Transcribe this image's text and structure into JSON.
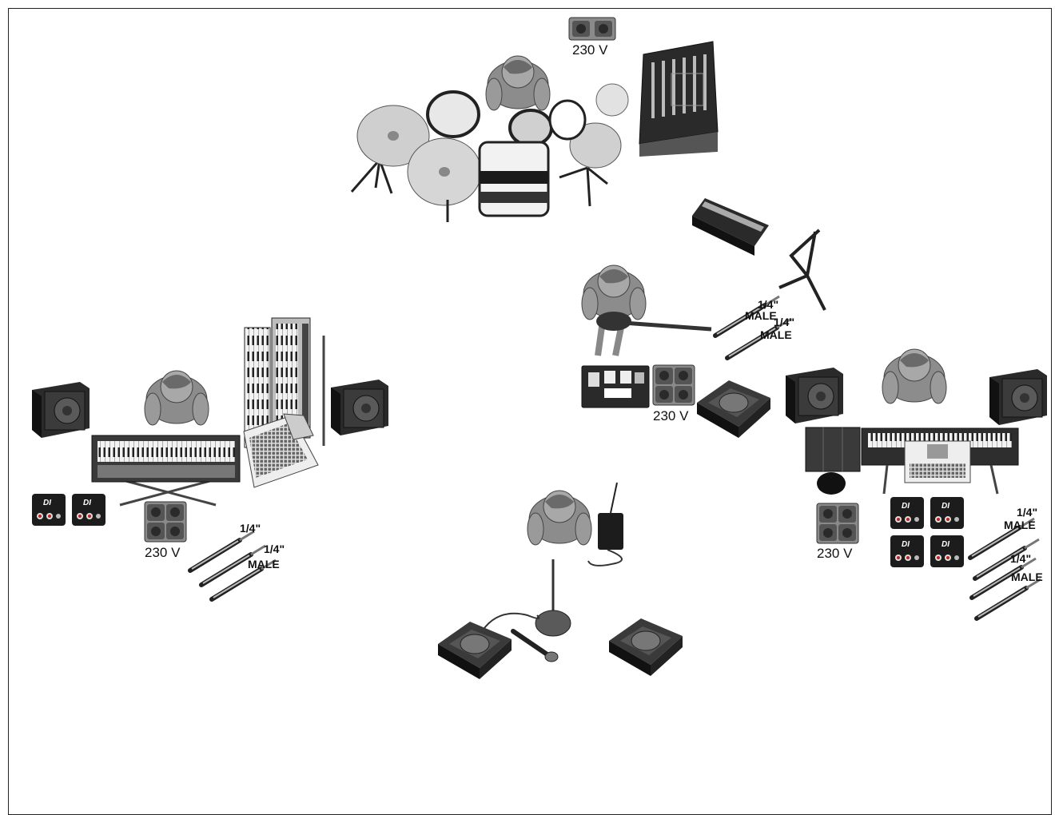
{
  "labels": {
    "power_drums": "230 V",
    "power_keys_left": "230 V",
    "power_guitar": "230 V",
    "power_keys_right": "230 V",
    "jack_size": "1/4\"",
    "jack_type": "MALE"
  },
  "icons": [
    "drum-kit-icon",
    "mixer-console-icon",
    "guitar-amp-icon",
    "guitar-stand-icon",
    "floor-monitor-icon",
    "di-box-icon",
    "power-outlet-icon",
    "jack-cable-icon",
    "keyboard-icon",
    "laptop-icon",
    "wireless-pack-icon",
    "microphone-icon",
    "mic-stand-icon",
    "side-speaker-icon",
    "musician-icon"
  ],
  "colors": {
    "outline": "#222222",
    "dark": "#1e1e1e",
    "mid": "#8a8a8a",
    "light": "#d8d8d8"
  }
}
